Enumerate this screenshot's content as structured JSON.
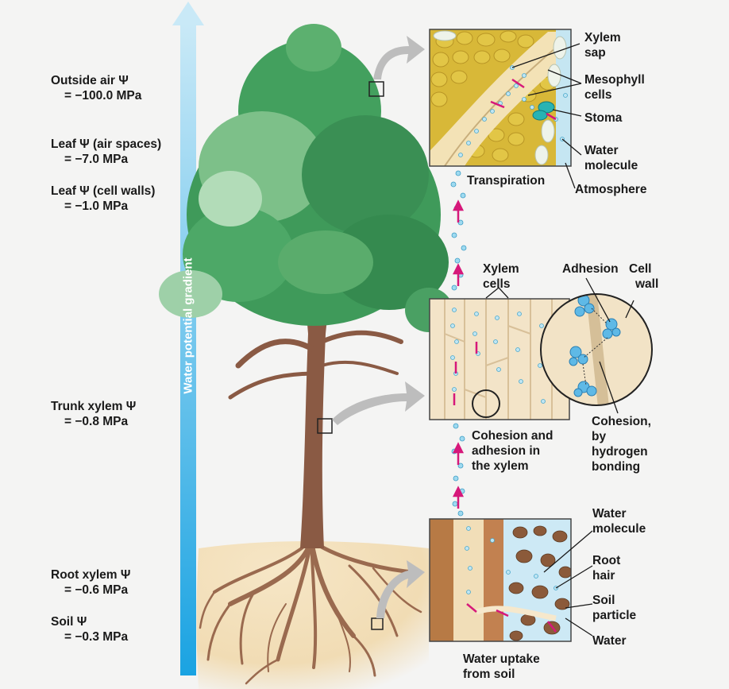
{
  "gradient_label": "Water potential gradient",
  "potentials": {
    "outside_air": {
      "name": "Outside air Ψ",
      "value": "= −100.0 MPa"
    },
    "leaf_air": {
      "name": "Leaf Ψ (air spaces)",
      "value": "= −7.0 MPa"
    },
    "leaf_cell": {
      "name": "Leaf Ψ (cell walls)",
      "value": "= −1.0 MPa"
    },
    "trunk_xylem": {
      "name": "Trunk xylem Ψ",
      "value": "= −0.8 MPa"
    },
    "root_xylem": {
      "name": "Root xylem Ψ",
      "value": "= −0.6 MPa"
    },
    "soil": {
      "name": "Soil Ψ",
      "value": "= −0.3 MPa"
    }
  },
  "leaf_panel": {
    "xylem_sap": [
      "Xylem",
      "sap"
    ],
    "mesophyll": [
      "Mesophyll",
      "cells"
    ],
    "stoma": "Stoma",
    "water_molecule": [
      "Water",
      "molecule"
    ],
    "atmosphere": "Atmosphere",
    "transpiration": "Transpiration"
  },
  "trunk_panel": {
    "xylem_cells": [
      "Xylem",
      "cells"
    ],
    "adhesion": "Adhesion",
    "cell_wall": [
      "Cell",
      "wall"
    ],
    "cohesion": [
      "Cohesion,",
      "by",
      "hydrogen",
      "bonding"
    ],
    "caption": [
      "Cohesion and",
      "adhesion in",
      "the xylem"
    ]
  },
  "root_panel": {
    "water_molecule": [
      "Water",
      "molecule"
    ],
    "root_hair": [
      "Root",
      "hair"
    ],
    "soil_particle": [
      "Soil",
      "particle"
    ],
    "water": "Water",
    "caption": [
      "Water uptake",
      "from soil"
    ]
  },
  "colors": {
    "gradient_top": "#bfe4f6",
    "gradient_bottom": "#1ea7e4",
    "foliage": "#3f9a5a",
    "trunk": "#8a5a44",
    "soil": "#f3dfba",
    "arrow_magenta": "#d6187a",
    "water_dot": "#8fd4ec"
  }
}
